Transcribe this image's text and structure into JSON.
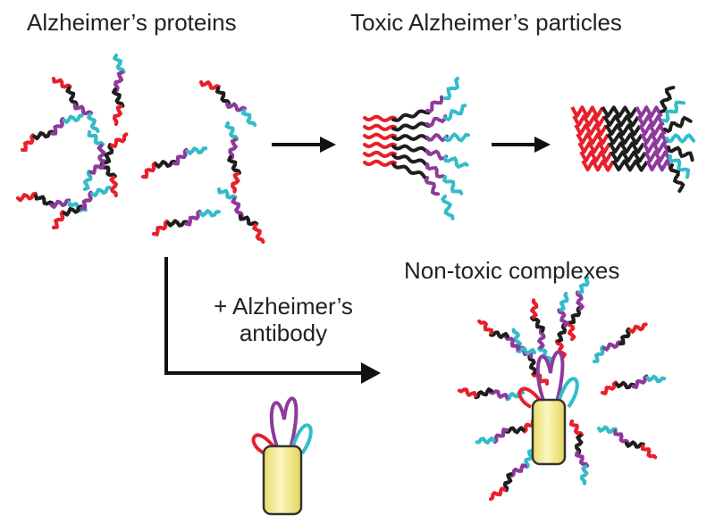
{
  "labels": {
    "proteins": "Alzheimer’s proteins",
    "toxic": "Toxic Alzheimer’s particles",
    "nontoxic": "Non-toxic complexes",
    "antibody_line1": "+ Alzheimer’s",
    "antibody_line2": "antibody"
  },
  "colors": {
    "red": "#e8202a",
    "black": "#1e1e1e",
    "purple": "#8e3a9c",
    "cyan": "#33bcc8",
    "arrow": "#111111",
    "antibody_fill": "#f7ef9a",
    "antibody_stroke": "#333333"
  }
}
